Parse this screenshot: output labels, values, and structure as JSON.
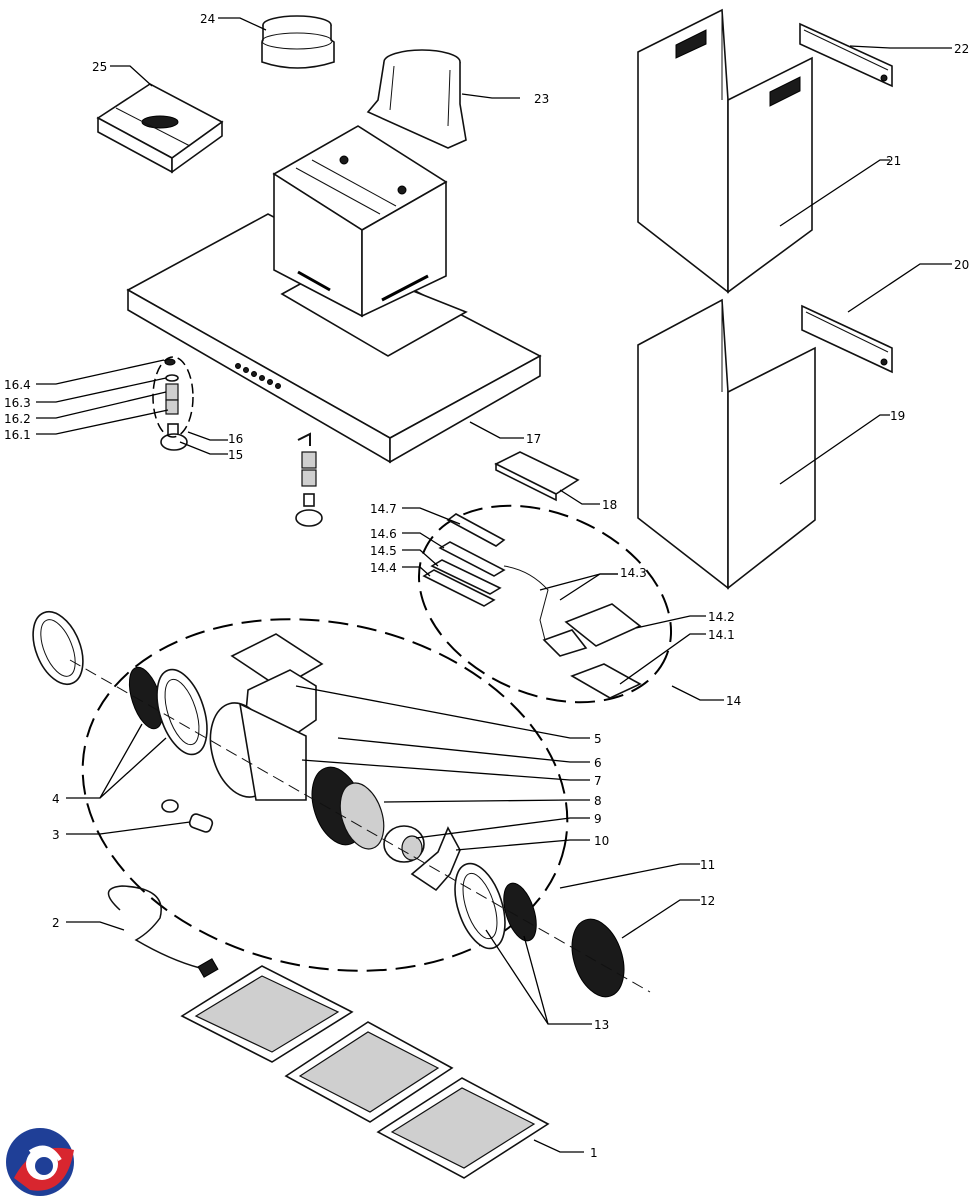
{
  "callouts": [
    {
      "id": "c1",
      "text": "1"
    },
    {
      "id": "c2",
      "text": "2"
    },
    {
      "id": "c3",
      "text": "3"
    },
    {
      "id": "c4",
      "text": "4"
    },
    {
      "id": "c5",
      "text": "5"
    },
    {
      "id": "c6",
      "text": "6"
    },
    {
      "id": "c7",
      "text": "7"
    },
    {
      "id": "c8",
      "text": "8"
    },
    {
      "id": "c9",
      "text": "9"
    },
    {
      "id": "c10",
      "text": "10"
    },
    {
      "id": "c11",
      "text": "11"
    },
    {
      "id": "c12",
      "text": "12"
    },
    {
      "id": "c13",
      "text": "13"
    },
    {
      "id": "c14",
      "text": "14"
    },
    {
      "id": "c14_1",
      "text": "14.1"
    },
    {
      "id": "c14_2",
      "text": "14.2"
    },
    {
      "id": "c14_3",
      "text": "14.3"
    },
    {
      "id": "c14_4",
      "text": "14.4"
    },
    {
      "id": "c14_5",
      "text": "14.5"
    },
    {
      "id": "c14_6",
      "text": "14.6"
    },
    {
      "id": "c14_7",
      "text": "14.7"
    },
    {
      "id": "c15",
      "text": "15"
    },
    {
      "id": "c16",
      "text": "16"
    },
    {
      "id": "c16_1",
      "text": "16.1"
    },
    {
      "id": "c16_2",
      "text": "16.2"
    },
    {
      "id": "c16_3",
      "text": "16.3"
    },
    {
      "id": "c16_4",
      "text": "16.4"
    },
    {
      "id": "c17",
      "text": "17"
    },
    {
      "id": "c18",
      "text": "18"
    },
    {
      "id": "c19",
      "text": "19"
    },
    {
      "id": "c20",
      "text": "20"
    },
    {
      "id": "c21",
      "text": "21"
    },
    {
      "id": "c22",
      "text": "22"
    },
    {
      "id": "c23",
      "text": "23"
    },
    {
      "id": "c24",
      "text": "24"
    },
    {
      "id": "c25",
      "text": "25"
    }
  ],
  "logo": {
    "colors": [
      "#1f3f97",
      "#d8262f"
    ]
  }
}
